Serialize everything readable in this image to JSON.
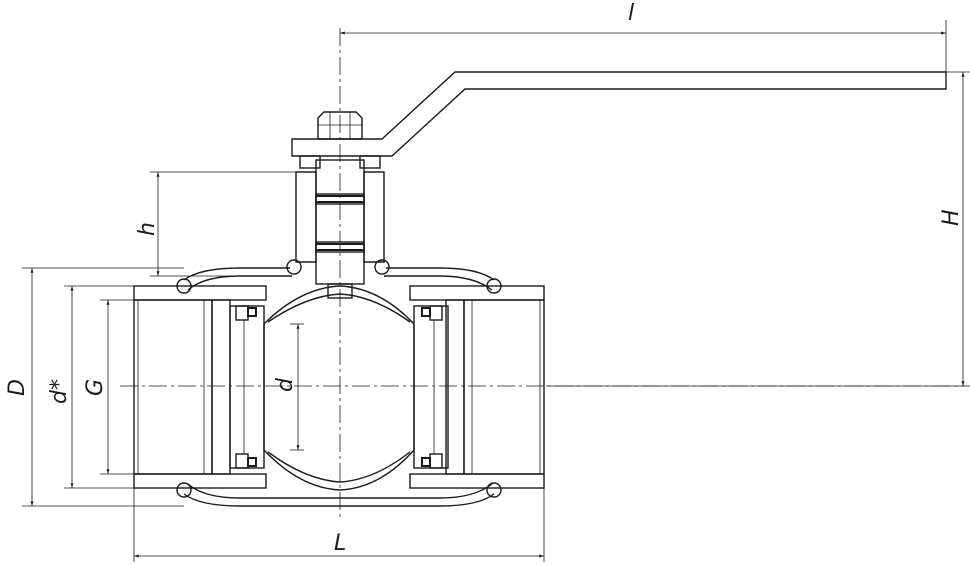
{
  "labels": {
    "l": "l",
    "H": "H",
    "h": "h",
    "D": "D",
    "d_star": "d*",
    "G": "G",
    "d": "d",
    "L": "L"
  }
}
